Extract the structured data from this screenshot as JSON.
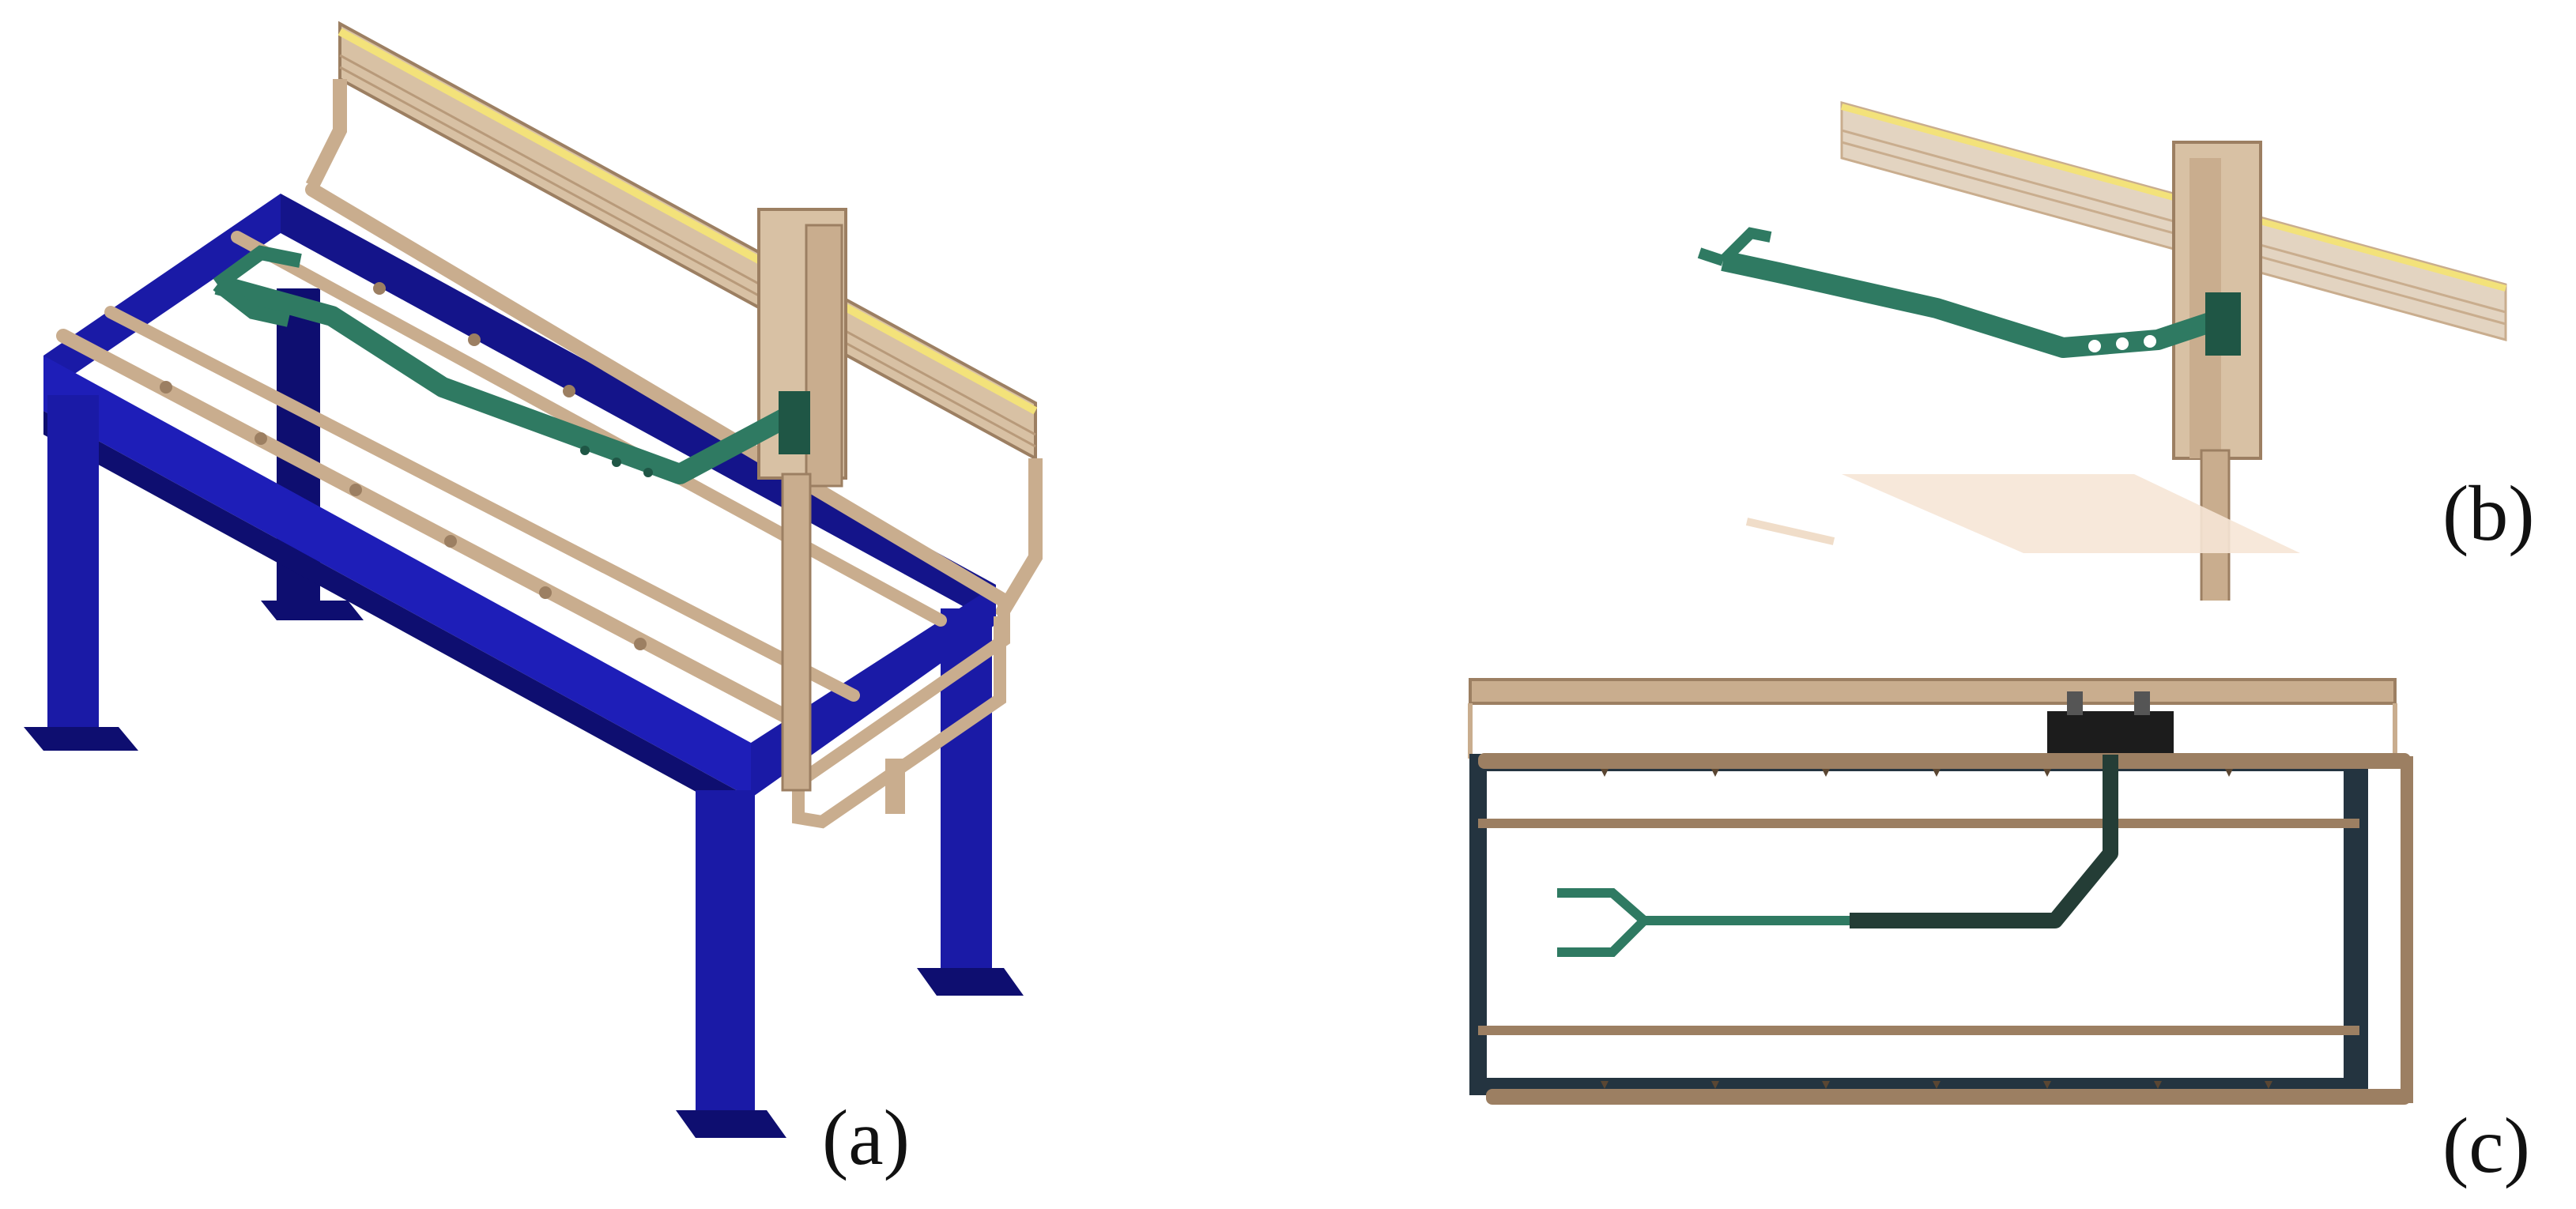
{
  "figure": {
    "panels": [
      {
        "id": "a",
        "label": "(a)"
      },
      {
        "id": "b",
        "label": "(b)"
      },
      {
        "id": "c",
        "label": "(c)"
      }
    ]
  },
  "colors": {
    "frame_blue": "#1a1aa6",
    "frame_blue_dark": "#0e0e70",
    "rail_tan": "#c9ad8e",
    "rail_tan_dark": "#9c7f62",
    "arm_green": "#2f7a62",
    "arm_green_dark": "#1f5645",
    "yellow_edge": "#f3e27a",
    "topview_frame": "#243440"
  }
}
